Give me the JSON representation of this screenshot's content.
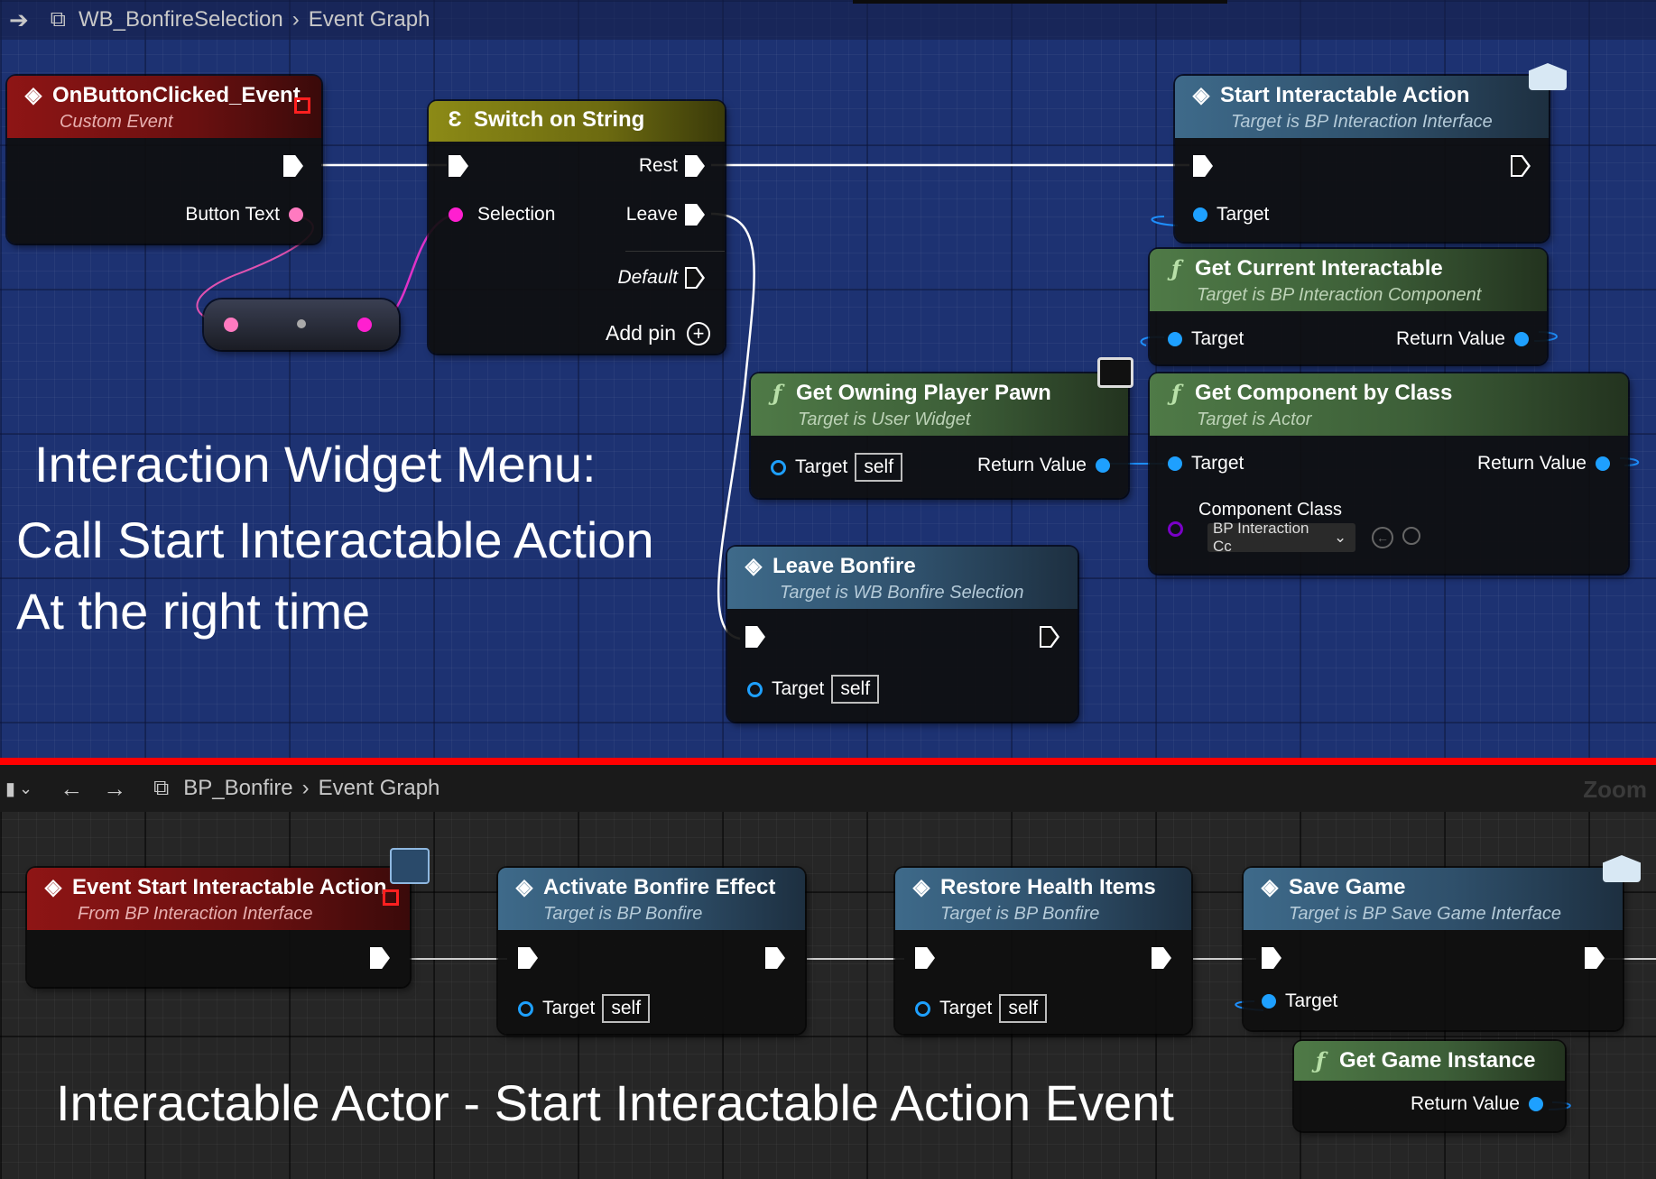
{
  "top": {
    "breadcrumb": {
      "graph": "WB_BonfireSelection",
      "page": "Event Graph"
    },
    "nodes": {
      "on_button": {
        "title": "OnButtonClicked_Event",
        "subtitle": "Custom Event",
        "pin_button_text": "Button Text"
      },
      "switch": {
        "title": "Switch on String",
        "pin_selection": "Selection",
        "pin_rest": "Rest",
        "pin_leave": "Leave",
        "pin_default": "Default",
        "pin_add": "Add pin"
      },
      "start_action": {
        "title": "Start Interactable Action",
        "subtitle": "Target is BP Interaction Interface",
        "pin_target": "Target"
      },
      "get_current": {
        "title": "Get Current Interactable",
        "subtitle": "Target is BP Interaction Component",
        "pin_target": "Target",
        "pin_return": "Return Value"
      },
      "get_pawn": {
        "title": "Get Owning Player Pawn",
        "subtitle": "Target is User Widget",
        "pin_target": "Target",
        "self": "self",
        "pin_return": "Return Value"
      },
      "get_component": {
        "title": "Get Component by Class",
        "subtitle": "Target is Actor",
        "pin_target": "Target",
        "pin_return": "Return Value",
        "pin_class": "Component Class",
        "class_value": "BP Interaction Cc"
      },
      "leave_bonfire": {
        "title": "Leave Bonfire",
        "subtitle": "Target is WB Bonfire Selection",
        "pin_target": "Target",
        "self": "self"
      }
    },
    "comment": {
      "line1": "Interaction Widget Menu:",
      "line2": "Call Start Interactable Action",
      "line3": "At the right time"
    }
  },
  "bottom": {
    "breadcrumb": {
      "graph": "BP_Bonfire",
      "page": "Event Graph"
    },
    "zoom_label": "Zoom",
    "nodes": {
      "event_start": {
        "title": "Event Start Interactable Action",
        "subtitle": "From BP Interaction Interface"
      },
      "activate": {
        "title": "Activate Bonfire Effect",
        "subtitle": "Target is BP Bonfire",
        "pin_target": "Target",
        "self": "self"
      },
      "restore": {
        "title": "Restore Health Items",
        "subtitle": "Target is BP Bonfire",
        "pin_target": "Target",
        "self": "self"
      },
      "save": {
        "title": "Save Game",
        "subtitle": "Target is BP Save Game Interface",
        "pin_target": "Target"
      },
      "game_instance": {
        "title": "Get Game Instance",
        "pin_return": "Return Value"
      }
    },
    "comment": "Interactable Actor - Start Interactable Action Event"
  },
  "colors": {
    "divider": "#ff0000",
    "exec": "#ffffff",
    "object_pin": "#1ea0ff",
    "string_pin": "#ff1fd0"
  }
}
